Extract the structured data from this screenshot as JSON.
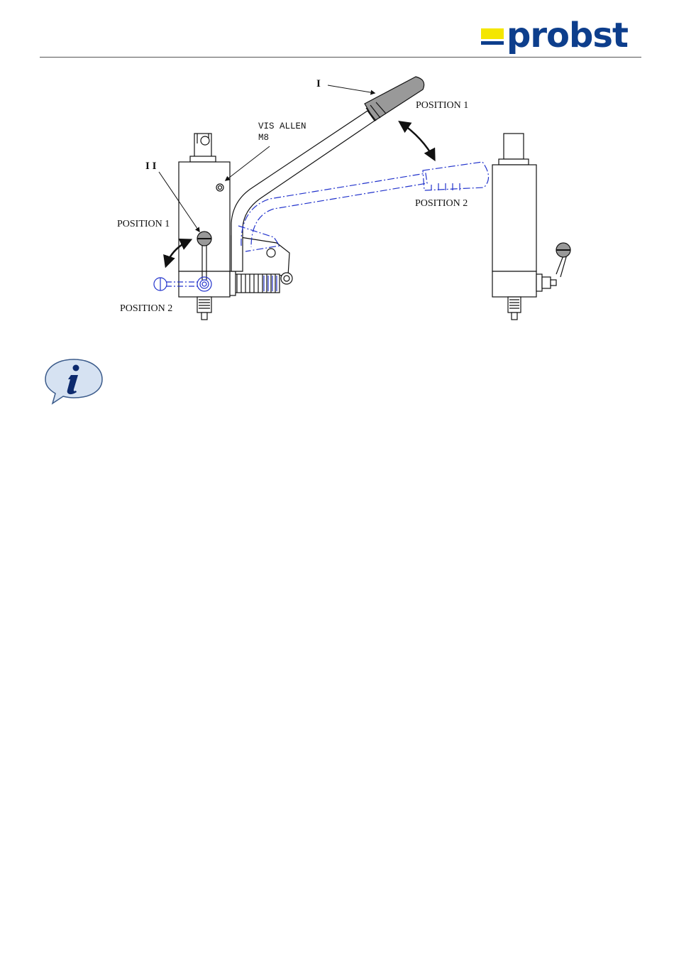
{
  "header": {
    "brand": "probst"
  },
  "figure": {
    "label_i": "I",
    "label_ii": "I I",
    "screw_line1": "VIS ALLEN",
    "screw_line2": "M8",
    "handle_position1": "POSITION 1",
    "handle_position2": "POSITION 2",
    "valve_position1": "POSITION 1",
    "valve_position2": "POSITION 2"
  },
  "icons": {
    "info": "info-speech-bubble-icon"
  },
  "colors": {
    "brand_blue": "#0d3e8c",
    "brand_yellow": "#f4e600",
    "drawing_blue": "#2233cc"
  }
}
